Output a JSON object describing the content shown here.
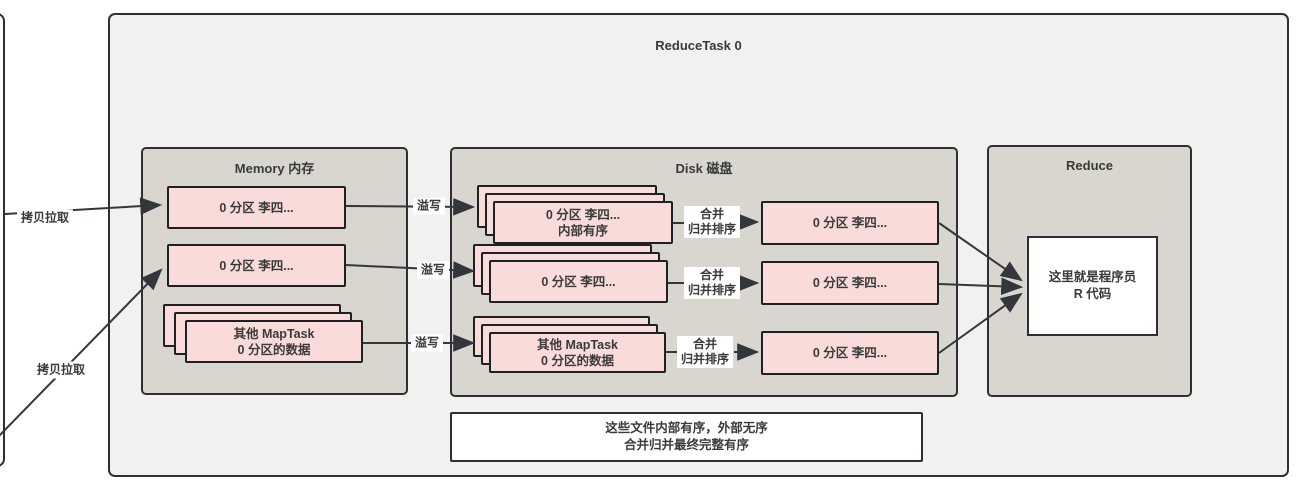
{
  "outer": {
    "title": "ReduceTask 0"
  },
  "memory": {
    "title": "Memory 内存",
    "box1": "0 分区 李四...",
    "box2": "0 分区 李四...",
    "stack_line1": "其他 MapTask",
    "stack_line2": "0 分区的数据"
  },
  "disk": {
    "title": "Disk 磁盘",
    "stack1_line1": "0 分区 李四...",
    "stack1_line2": "内部有序",
    "stack2_line1": "0 分区 李四...",
    "stack3_line1": "其他 MapTask",
    "stack3_line2": "0 分区的数据",
    "outputs": [
      "0 分区 李四...",
      "0 分区 李四...",
      "0 分区 李四..."
    ]
  },
  "reduce": {
    "title": "Reduce",
    "code_line1": "这里就是程序员",
    "code_line2": "R 代码"
  },
  "note": {
    "line1": "这些文件内部有序，外部无序",
    "line2": "合并归并最终完整有序"
  },
  "labels": {
    "copy_pull": "拷贝拉取",
    "spill": "溢写",
    "merge_line1": "合并",
    "merge_line2": "归并排序"
  },
  "colors": {
    "outer_fill": "#f1f1f0",
    "panel_fill": "#d9d5cf",
    "pink_fill": "#f9dbd9",
    "border_dark": "#2c3036",
    "arrow": "#33373c",
    "label_bg": "#ffffff"
  }
}
